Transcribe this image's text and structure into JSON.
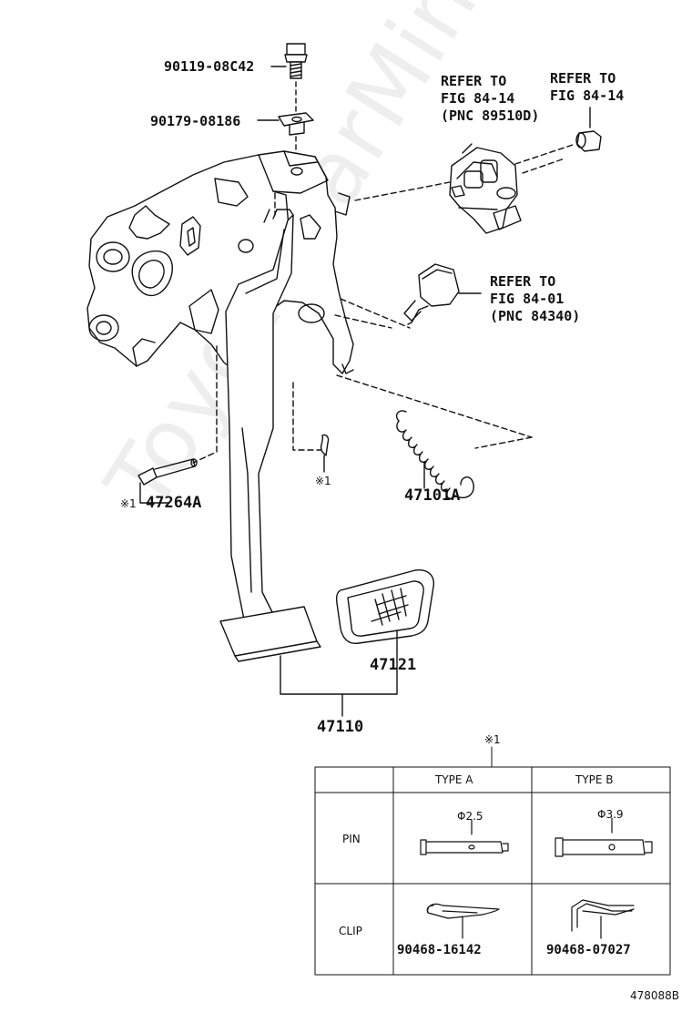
{
  "callouts": {
    "bolt": "90119-08C42",
    "nut": "90179-08186",
    "pin": "47264A",
    "spring": "47101A",
    "pad": "47121",
    "pedal_assy": "47110"
  },
  "marks": {
    "pin_note": "※1",
    "clip_note": "※1",
    "table_note": "※1"
  },
  "refs": {
    "stop_switch": "REFER TO\nFIG 84-14\n(PNC 89510D)",
    "cushion": "REFER TO\nFIG 84-14",
    "light_switch": "REFER TO\nFIG 84-01\n(PNC 84340)"
  },
  "table": {
    "headers": [
      "TYPE A",
      "TYPE B"
    ],
    "rows": [
      {
        "label": "PIN",
        "a": "Φ2.5",
        "b": "Φ3.9"
      },
      {
        "label": "CLIP",
        "a": "90468-16142",
        "b": "90468-07027"
      }
    ]
  },
  "watermark": "ToyotaCarMine.ru",
  "figure_code": "478088B",
  "colors": {
    "line": "#111111",
    "watermark": "#969696"
  }
}
